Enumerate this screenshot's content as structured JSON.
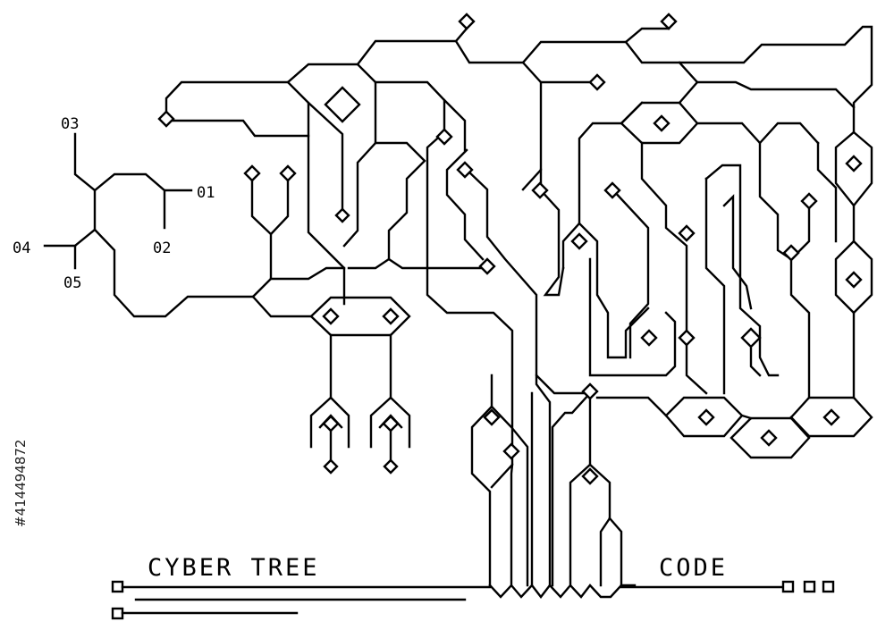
{
  "labels": {
    "n01": "01",
    "n02": "02",
    "n03": "03",
    "n04": "04",
    "n05": "05"
  },
  "title_left": "CYBER TREE",
  "title_right": "CODE",
  "stock_id": "#414494872",
  "colors": {
    "line": "#000000",
    "background": "#ffffff"
  }
}
